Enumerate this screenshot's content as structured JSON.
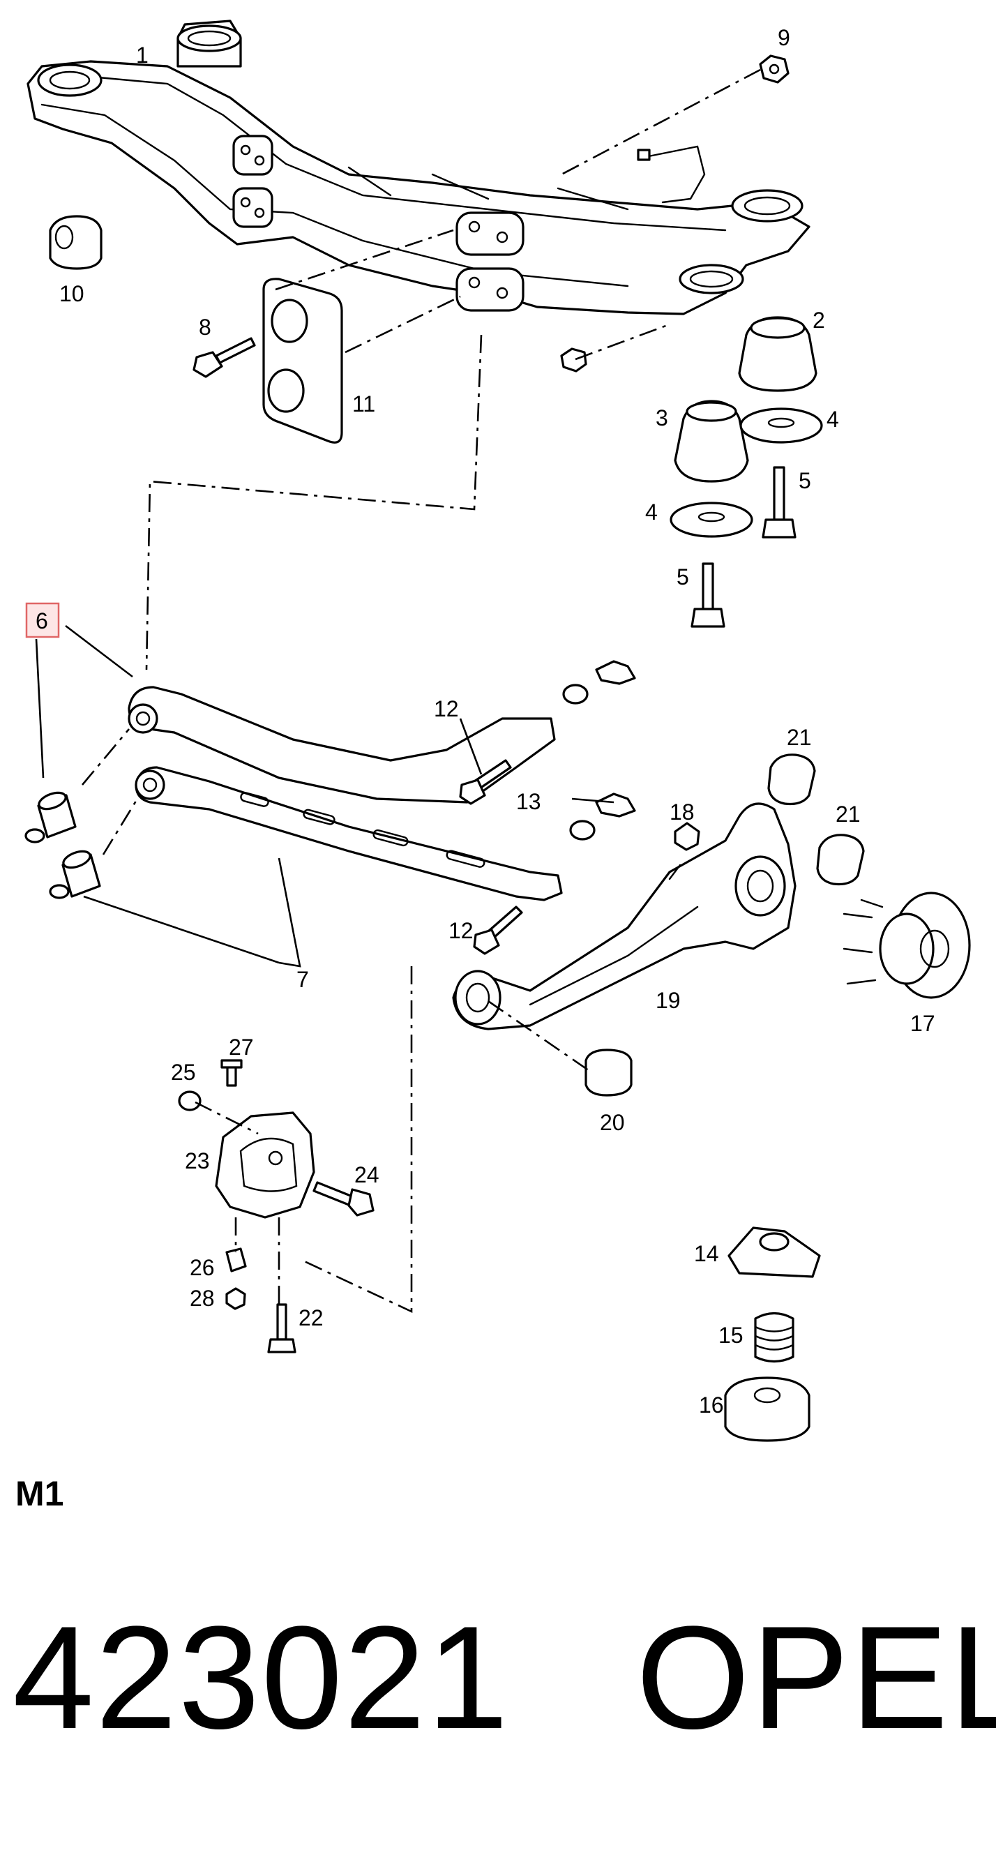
{
  "diagram": {
    "callouts": {
      "c1": "1",
      "c2": "2",
      "c3": "3",
      "c4a": "4",
      "c4b": "4",
      "c5a": "5",
      "c5b": "5",
      "c6": "6",
      "c7": "7",
      "c8": "8",
      "c9": "9",
      "c10": "10",
      "c11": "11",
      "c12a": "12",
      "c12b": "12",
      "c13": "13",
      "c14": "14",
      "c15": "15",
      "c16": "16",
      "c17": "17",
      "c18": "18",
      "c19": "19",
      "c20": "20",
      "c21a": "21",
      "c21b": "21",
      "c22": "22",
      "c23": "23",
      "c24": "24",
      "c25": "25",
      "c26": "26",
      "c27": "27",
      "c28": "28"
    },
    "highlighted_callout": "6",
    "section_label": "M1"
  },
  "caption": {
    "part_number": "423021",
    "brand": "OPEL"
  }
}
